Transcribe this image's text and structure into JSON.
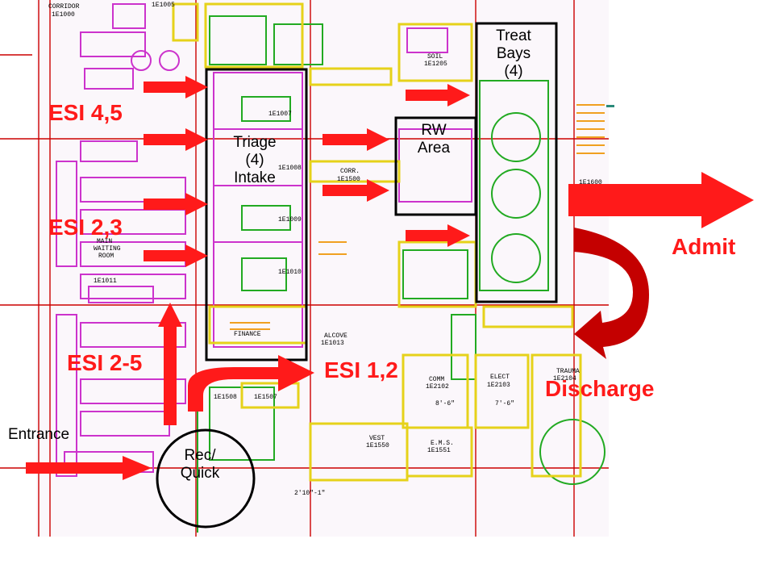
{
  "colors": {
    "arrow": "#ff1a1a",
    "arrow_dark": "#b00000",
    "wall_red": "#cc0000",
    "furniture_magenta": "#cc33cc",
    "wall_green": "#22aa22",
    "wall_yellow": "#e6d21a",
    "box": "#000000"
  },
  "labels": {
    "esi45": "ESI 4,5",
    "esi23": "ESI 2,3",
    "esi25": "ESI 2-5",
    "esi12": "ESI 1,2",
    "admit": "Admit",
    "discharge": "Discharge",
    "entrance": "Entrance"
  },
  "areas": {
    "triage_line1": "Triage",
    "triage_line2": "(4)",
    "triage_line3": "Intake",
    "rw_line1": "RW",
    "rw_line2": "Area",
    "treat_line1": "Treat",
    "treat_line2": "Bays",
    "treat_line3": "(4)",
    "rec_line1": "Rec/",
    "rec_line2": "Quick"
  },
  "plan_tags": {
    "corridor": "CORRIDOR",
    "corridor_num": "1E1000",
    "main_waiting": "MAIN",
    "main_waiting2": "WAITING",
    "main_waiting3": "ROOM",
    "main_waiting_num": "1E1011",
    "soil": "SOIL",
    "soil_num": "1E1205",
    "corr": "CORR.",
    "corr_num": "1E1500",
    "corr2_num": "1E1600",
    "comm": "COMM",
    "comm_num": "1E2102",
    "elect": "ELECT",
    "elect_num": "1E2103",
    "vest": "VEST",
    "vest_num": "1E1550",
    "ems": "E.M.S.",
    "ems_num": "1E1551",
    "finance": "FINANCE",
    "alcove": "ALCOVE",
    "alcove_num": "1E1013",
    "trauma": "TRAUMA",
    "trauma_num": "1E2104",
    "triage_num1": "1E1007",
    "triage_num2": "1E1008",
    "triage_num3": "1E1009",
    "triage_num4": "1E1010",
    "adm1_num": "1E1508",
    "adm2_num": "1E1507",
    "room_num_top": "1E1005",
    "dim1": "8'-6\"",
    "dim2": "7'-6\"",
    "dim3": "2'10\"-1\""
  }
}
